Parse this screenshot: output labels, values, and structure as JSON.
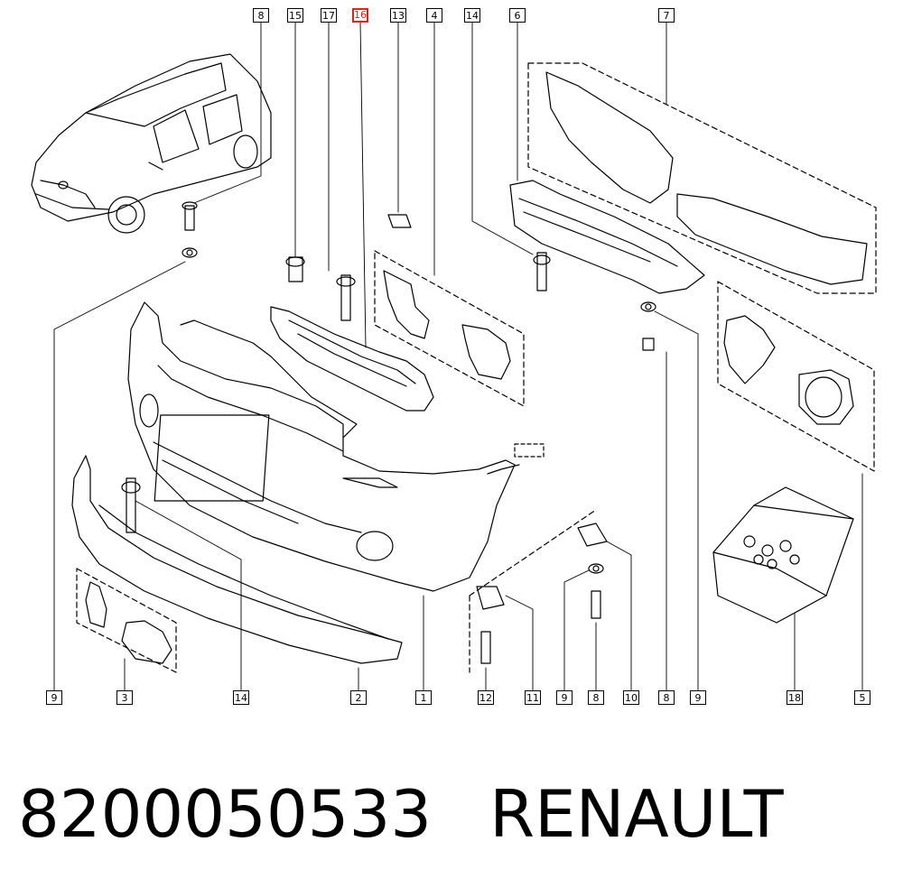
{
  "diagram": {
    "callouts_top": [
      "8",
      "15",
      "17",
      "16",
      "13",
      "4",
      "14",
      "6",
      "7"
    ],
    "callouts_bottom": [
      "9",
      "3",
      "14",
      "2",
      "1",
      "12",
      "11",
      "9",
      "8",
      "10",
      "8",
      "9",
      "18",
      "5"
    ],
    "highlighted_callout": "16",
    "line_color": "#000000",
    "highlight_color": "#dd2222"
  },
  "caption": {
    "part_number": "8200050533",
    "brand": "RENAULT"
  }
}
